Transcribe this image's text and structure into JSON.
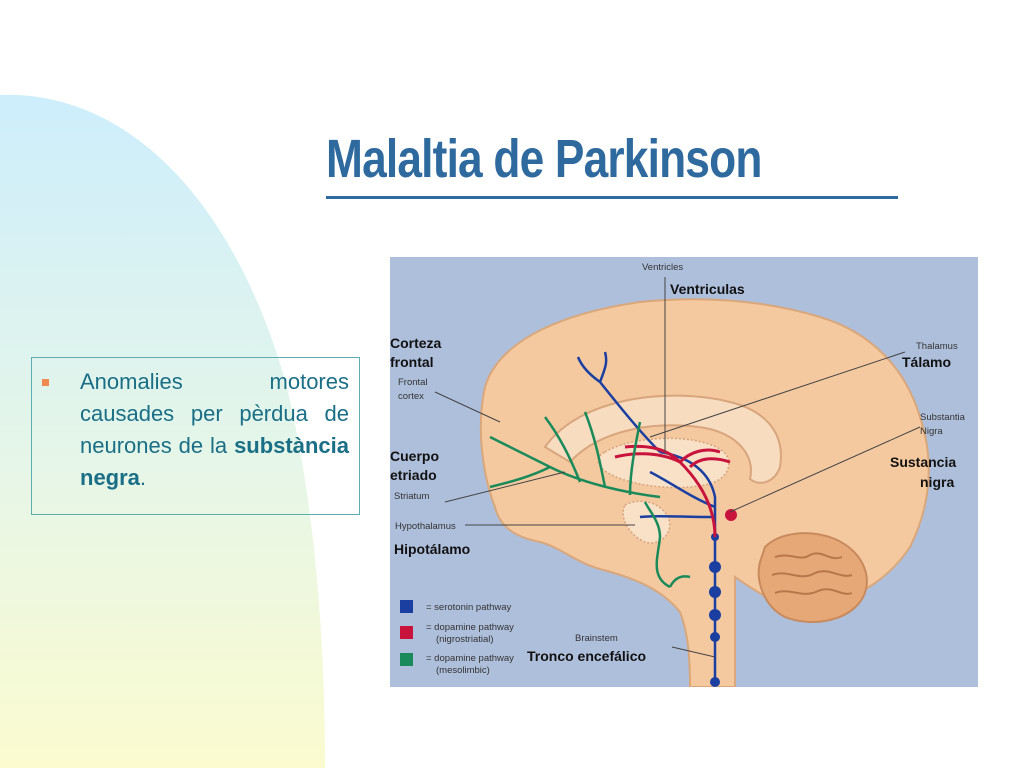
{
  "slide": {
    "title": "Malaltia de Parkinson",
    "bullet": {
      "text_before": "Anomalies motores causades per pèrdua de neurones de la ",
      "emphasis": "substància negra",
      "text_after": "."
    }
  },
  "diagram": {
    "labels": {
      "ventricles_en": "Ventricles",
      "ventricles_es": "Ventriculas",
      "cortex_es_1": "Corteza",
      "cortex_es_2": "frontal",
      "cortex_en_1": "Frontal",
      "cortex_en_2": "cortex",
      "striatum_es_1": "Cuerpo",
      "striatum_es_2": "etriado",
      "striatum_en": "Striatum",
      "hypothalamus_en": "Hypothalamus",
      "hypothalamus_es": "Hipotálamo",
      "thalamus_en": "Thalamus",
      "thalamus_es": "Tálamo",
      "nigra_en_1": "Substantia",
      "nigra_en_2": "Nigra",
      "nigra_es_1": "Sustancia",
      "nigra_es_2": "nigra",
      "brainstem_en": "Brainstem",
      "brainstem_es": "Tronco encefálico"
    },
    "legend": [
      {
        "color": "#1a3fa0",
        "line1": "= serotonin pathway",
        "line2": ""
      },
      {
        "color": "#c8143c",
        "line1": "= dopamine pathway",
        "line2": "(nigrostriatial)"
      },
      {
        "color": "#1a8a5a",
        "line1": "= dopamine pathway",
        "line2": "(mesolimbic)"
      }
    ],
    "colors": {
      "background": "#aebfdc",
      "brain": "#f5c9a0",
      "serotonin": "#1a3fa0",
      "dopamine_nigro": "#c8143c",
      "dopamine_meso": "#1a8a5a"
    }
  }
}
